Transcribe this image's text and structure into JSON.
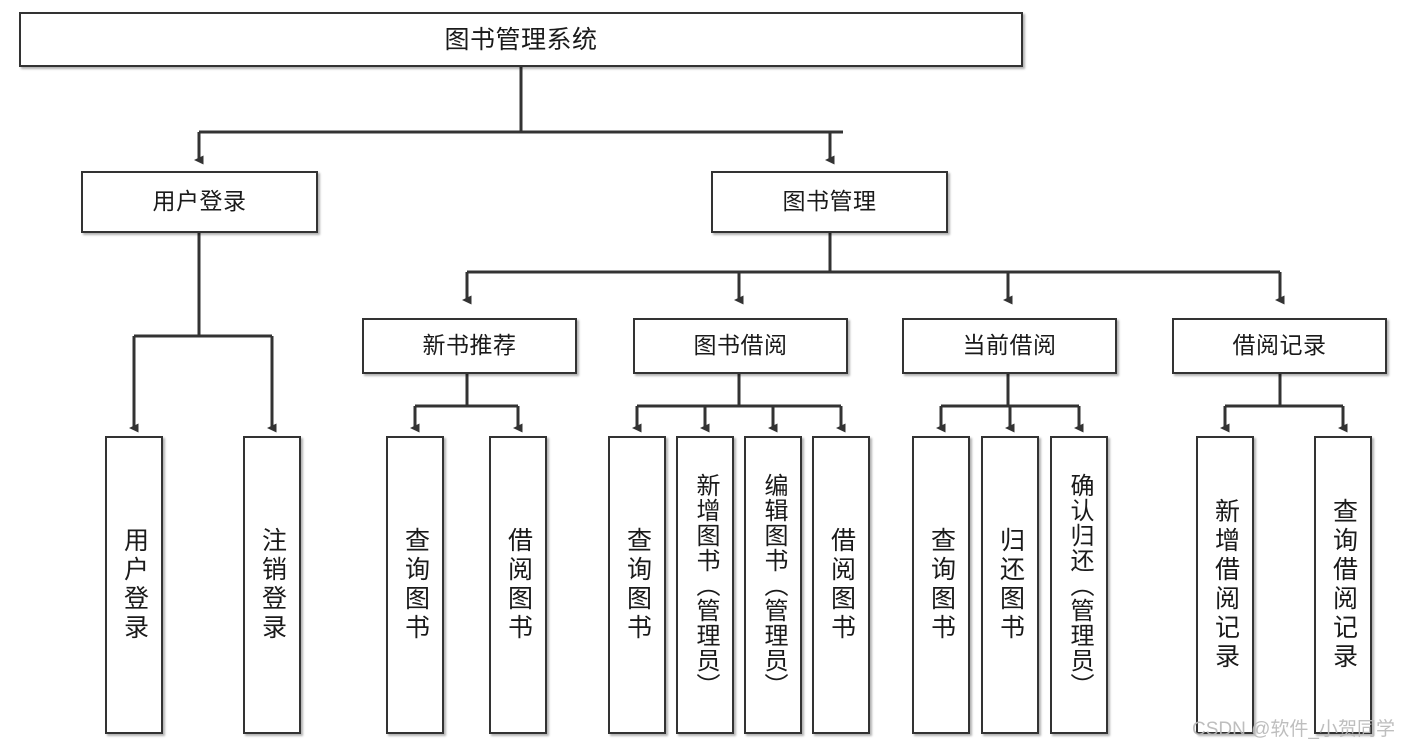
{
  "diagram": {
    "type": "tree",
    "title": "图书管理系统",
    "orientation": "top-down",
    "accent_color": "#333333",
    "background_color": "#ffffff",
    "nodes": {
      "root": {
        "label": "图书管理系统"
      },
      "level2": [
        {
          "label": "用户登录"
        },
        {
          "label": "图书管理"
        }
      ],
      "level3": [
        {
          "label": "新书推荐"
        },
        {
          "label": "图书借阅"
        },
        {
          "label": "当前借阅"
        },
        {
          "label": "借阅记录"
        }
      ],
      "leaves_user_login": [
        {
          "label": "用户登录"
        },
        {
          "label": "注销登录"
        }
      ],
      "leaves_new_book": [
        {
          "label": "查询图书"
        },
        {
          "label": "借阅图书"
        }
      ],
      "leaves_borrow": [
        {
          "label": "查询图书"
        },
        {
          "label": "新增图书（管理员）"
        },
        {
          "label": "编辑图书（管理员）"
        },
        {
          "label": "借阅图书"
        }
      ],
      "leaves_current": [
        {
          "label": "查询图书"
        },
        {
          "label": "归还图书"
        },
        {
          "label": "确认归还（管理员）"
        }
      ],
      "leaves_records": [
        {
          "label": "新增借阅记录"
        },
        {
          "label": "查询借阅记录"
        }
      ]
    }
  },
  "watermark": {
    "text": "CSDN @软件_小贺同学"
  }
}
